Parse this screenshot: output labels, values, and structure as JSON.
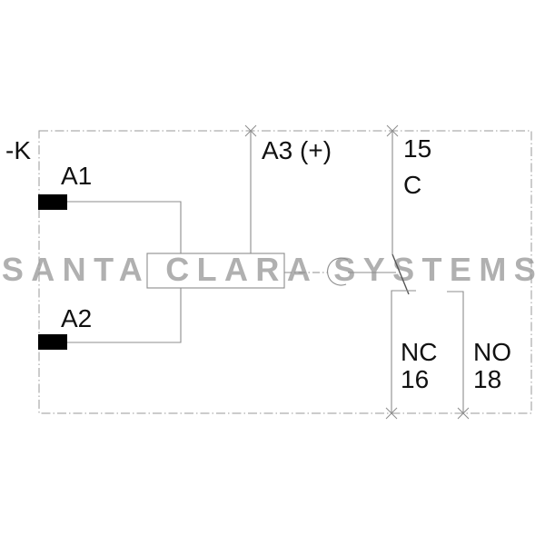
{
  "watermark": {
    "text": "SANTA CLARA SYSTEMS",
    "color": "#b0b0b0"
  },
  "schematic": {
    "device_tag": "-K",
    "coil": {
      "terminal_a1": "A1",
      "terminal_a2": "A2",
      "terminal_a3": "A3 (+)"
    },
    "contact": {
      "common_pin": "15",
      "common_label": "C",
      "nc_label": "NC",
      "nc_pin": "16",
      "no_label": "NO",
      "no_pin": "18"
    }
  },
  "colors": {
    "background": "#ffffff",
    "wire": "#8c8c8c",
    "border": "#9a9a9a",
    "contact_blade": "#555555",
    "label_text": "#111111",
    "terminal_fill": "#000000",
    "watermark": "#b0b0b0"
  }
}
